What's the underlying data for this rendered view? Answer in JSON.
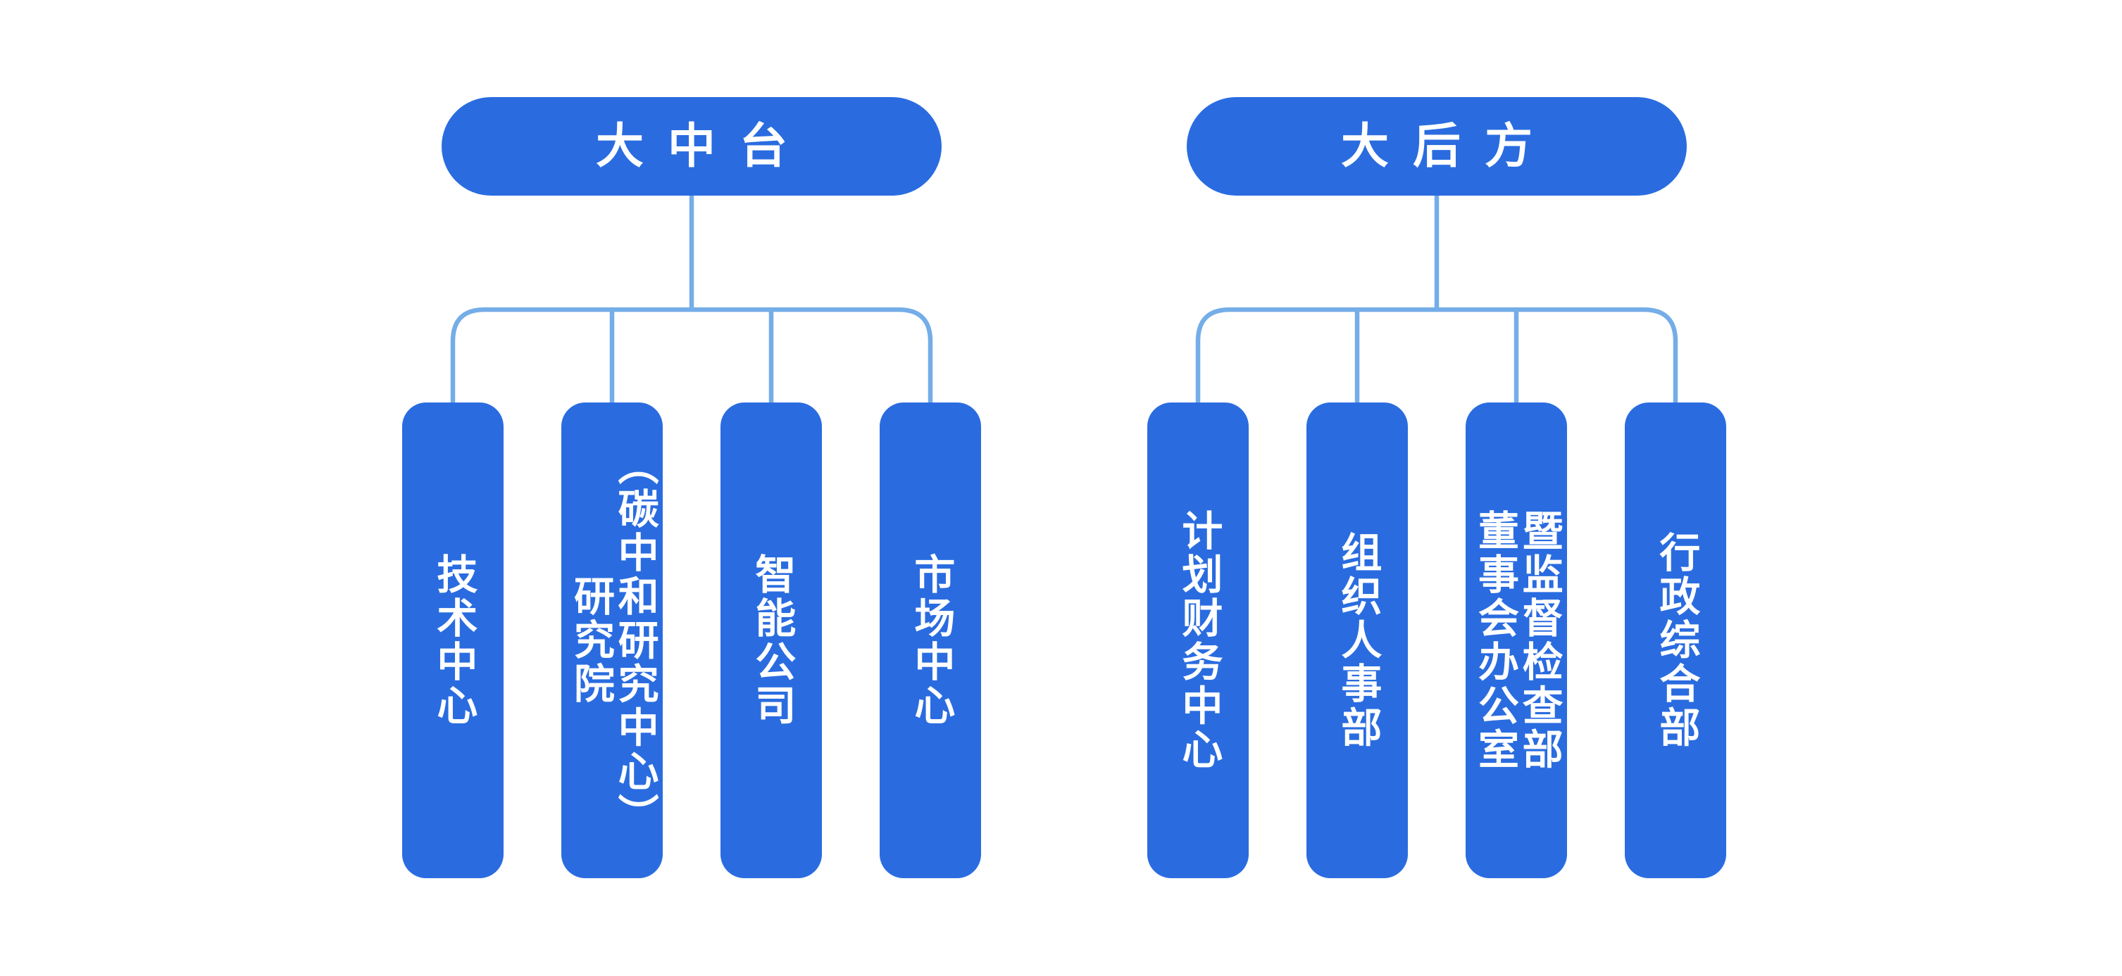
{
  "colors": {
    "node_fill": "#2a6ce0",
    "connector_line": "#74ade8",
    "label_text": "#ffffff",
    "canvas_bg": "#ffffff"
  },
  "groups": [
    {
      "title": "大中台",
      "children": [
        {
          "label": "技术中心"
        },
        {
          "label": "研究院\n（碳中和研究中心）"
        },
        {
          "label": "智能公司"
        },
        {
          "label": "市场中心"
        }
      ]
    },
    {
      "title": "大后方",
      "children": [
        {
          "label": "计划财务中心"
        },
        {
          "label": "组织人事部"
        },
        {
          "label": "董事会办公室\n暨监督检查部"
        },
        {
          "label": "行政综合部"
        }
      ]
    }
  ]
}
